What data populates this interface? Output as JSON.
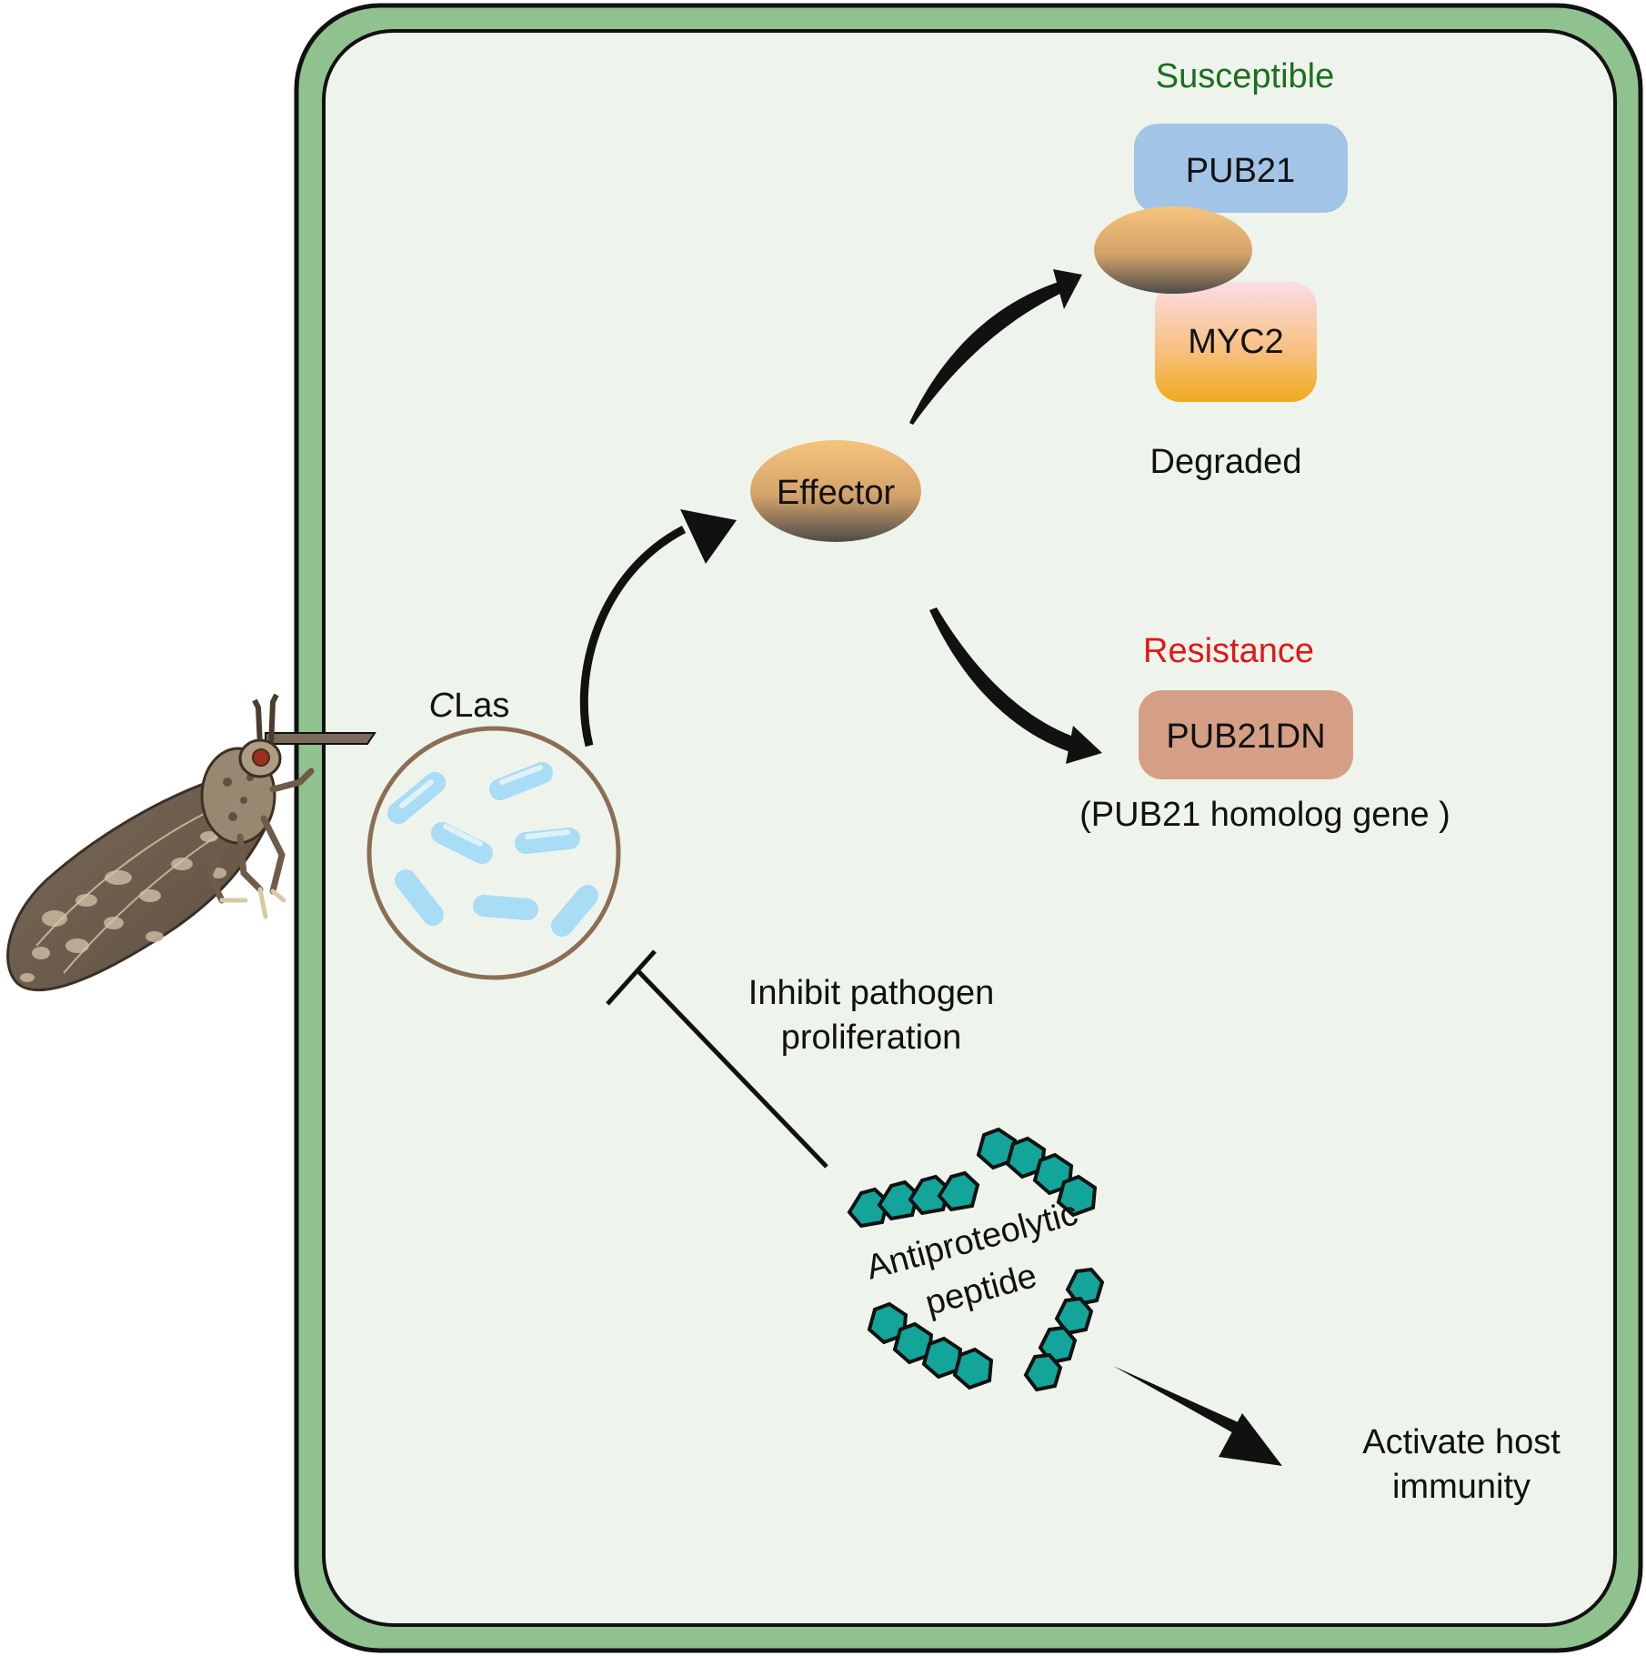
{
  "labels": {
    "susceptible": "Susceptible",
    "pub21": "PUB21",
    "myc2": "MYC2",
    "degraded": "Degraded",
    "effector": "Effector",
    "resistance": "Resistance",
    "pub21dn": "PUB21DN",
    "homolog": "(PUB21 homolog gene )",
    "clas_italic": "C",
    "clas_rest": "Las",
    "inhibit_line1": "Inhibit pathogen",
    "inhibit_line2": "proliferation",
    "peptide_line1": "Antiproteolytic",
    "peptide_line2": "peptide",
    "immunity_line1": "Activate host",
    "immunity_line2": "immunity"
  },
  "colors": {
    "cell_wall": "#8fc28f",
    "cell_interior": "#eef4ec",
    "susceptible": "#1d6e1d",
    "resistance": "#e01818",
    "pub21": "#a2c4e6",
    "pub21dn": "#d59f86",
    "bacteria": "#a9dcf5",
    "peptide": "#13a49a",
    "clas_ring": "#8b6e54"
  }
}
